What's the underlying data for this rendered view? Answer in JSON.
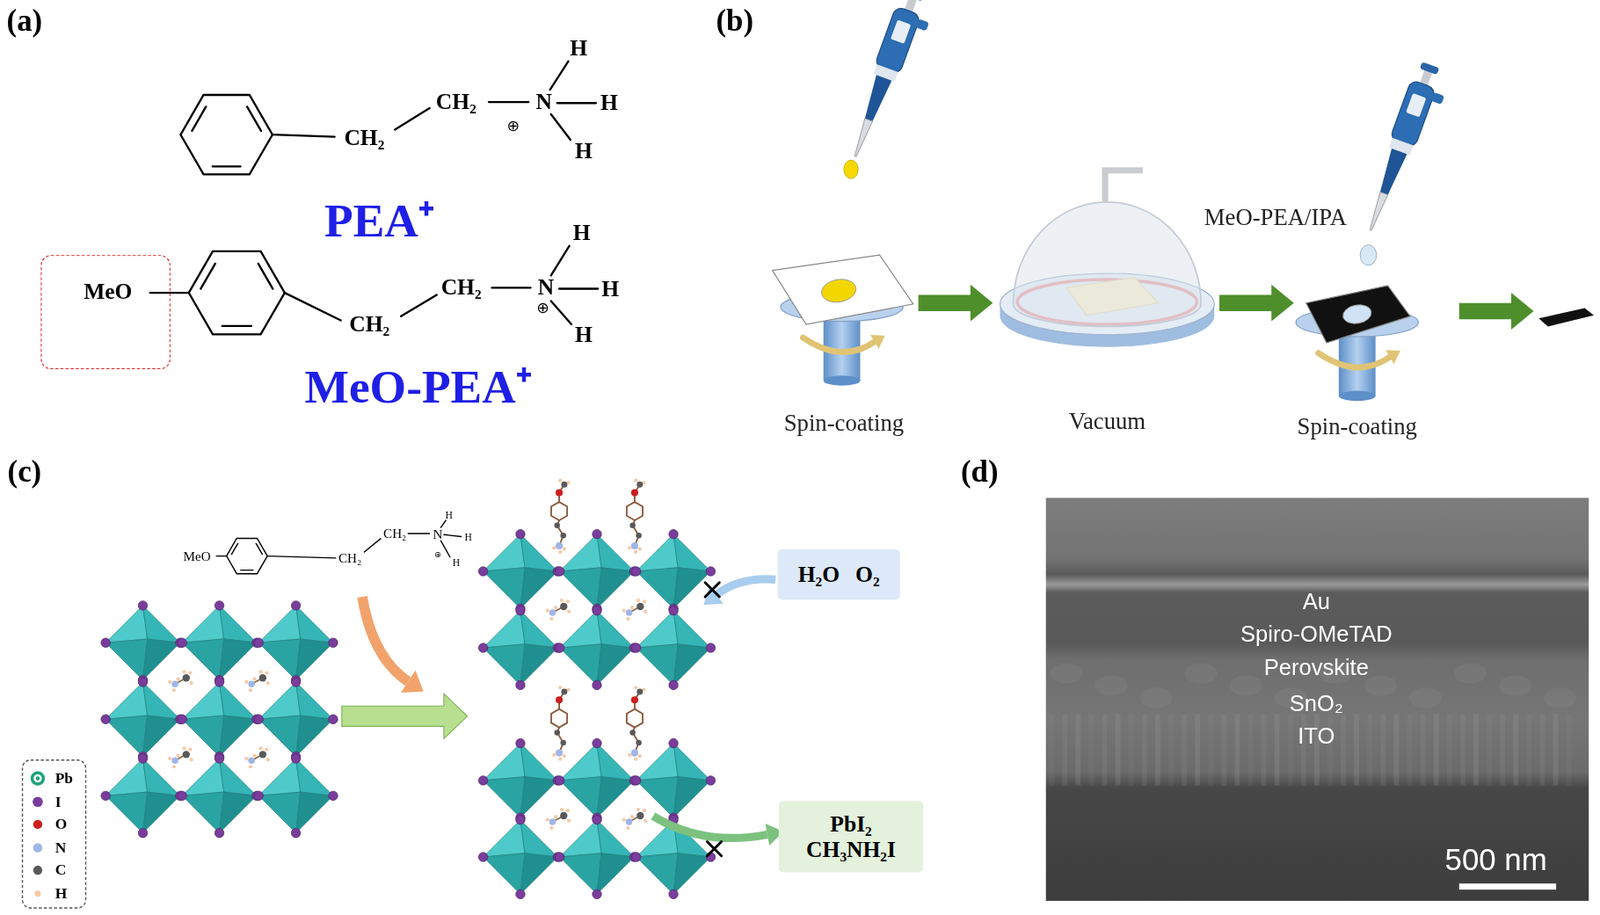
{
  "diagram": {
    "nodes": [
      {
        "text": [
          "MeO"
        ]
      },
      {
        "text": [
          "H₂O O₂"
        ]
      },
      {
        "text": [
          "PbI₂ CH₃NH₂I"
        ]
      }
    ],
    "labels": [
      "(a)",
      "(b)",
      "(c)",
      "(d)",
      "CH₂",
      "CH₂",
      "N",
      "H",
      "H",
      "H",
      "⊕",
      "PEA⁺",
      "CH₂",
      "CH₂",
      "N",
      "H",
      "H",
      "H",
      "⊕",
      "MeO-PEA⁺",
      "MeO-PEA/IPA",
      "Spin-coating",
      "Vacuum",
      "Spin-coating",
      "MeO",
      "CH₂",
      "CH₂",
      "N",
      "H",
      "H",
      "H",
      "⊕",
      "Au",
      "Spiro-OMeTAD",
      "Perovskite",
      "SnO₂",
      "ITO",
      "500 nm"
    ],
    "legend": [
      {
        "text": "Pb",
        "color": "#1fa37a"
      },
      {
        "text": "I",
        "color": "#7a3d9c"
      },
      {
        "text": "O",
        "color": "#cc1f1f"
      },
      {
        "text": "N",
        "color": "#9fb6e6"
      },
      {
        "text": "C",
        "color": "#595959"
      },
      {
        "text": "H",
        "color": "#f5c9a6"
      }
    ]
  }
}
